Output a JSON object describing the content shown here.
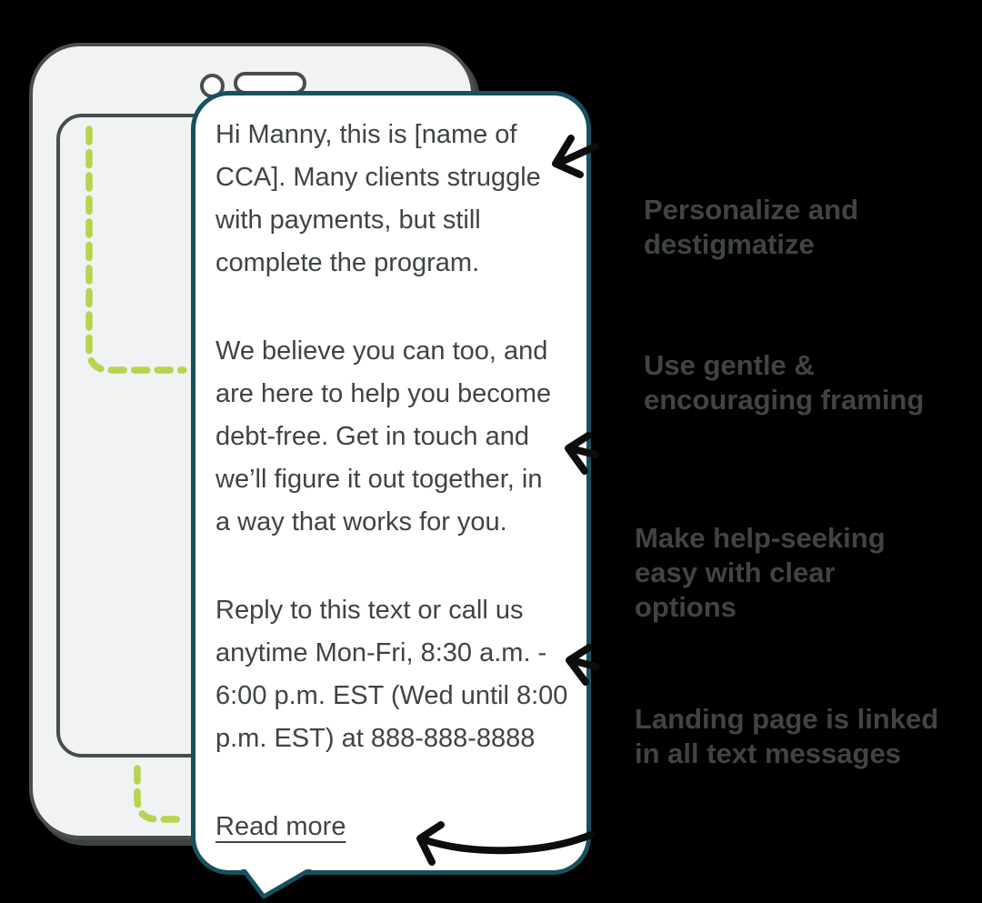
{
  "colors": {
    "background": "#000000",
    "phone_fill": "#f1f2f4",
    "phone_border": "#494d4e",
    "bubble_border_teal": "#17505f",
    "dash_green": "#b6d44c",
    "message_text": "#3f4445",
    "annotation_text": "#404445",
    "arrow_black": "#0d0d0d"
  },
  "phone": {
    "camera_icon": "front-camera-dot",
    "speaker_icon": "earpiece-speaker-pill",
    "dashed_bubble_icon": "dashed-message-bubble-outline"
  },
  "message_bubble": {
    "paragraphs": [
      {
        "lines": [
          "Hi Manny, this is [name of",
          "CCA]. Many clients struggle",
          "with payments, but still",
          "complete the program."
        ]
      },
      {
        "lines": [
          "We believe you can too, and",
          "are here to help you become",
          "debt-free. Get in touch and",
          "we’ll figure it out together, in",
          "a way that works for you."
        ]
      },
      {
        "lines": [
          "Reply to this text or call us",
          "anytime Mon-Fri, 8:30 a.m. -",
          "6:00 p.m. EST (Wed until 8:00",
          "p.m. EST) at 888-888-8888"
        ]
      }
    ],
    "read_more_label": "Read more"
  },
  "annotations": [
    {
      "lines": [
        "Personalize and",
        "destigmatize"
      ]
    },
    {
      "lines": [
        "Use gentle &",
        "encouraging framing"
      ]
    },
    {
      "lines": [
        "Make help-seeking",
        "easy with clear",
        "options"
      ]
    },
    {
      "lines": [
        "Landing page is linked",
        "in all text messages"
      ]
    }
  ]
}
